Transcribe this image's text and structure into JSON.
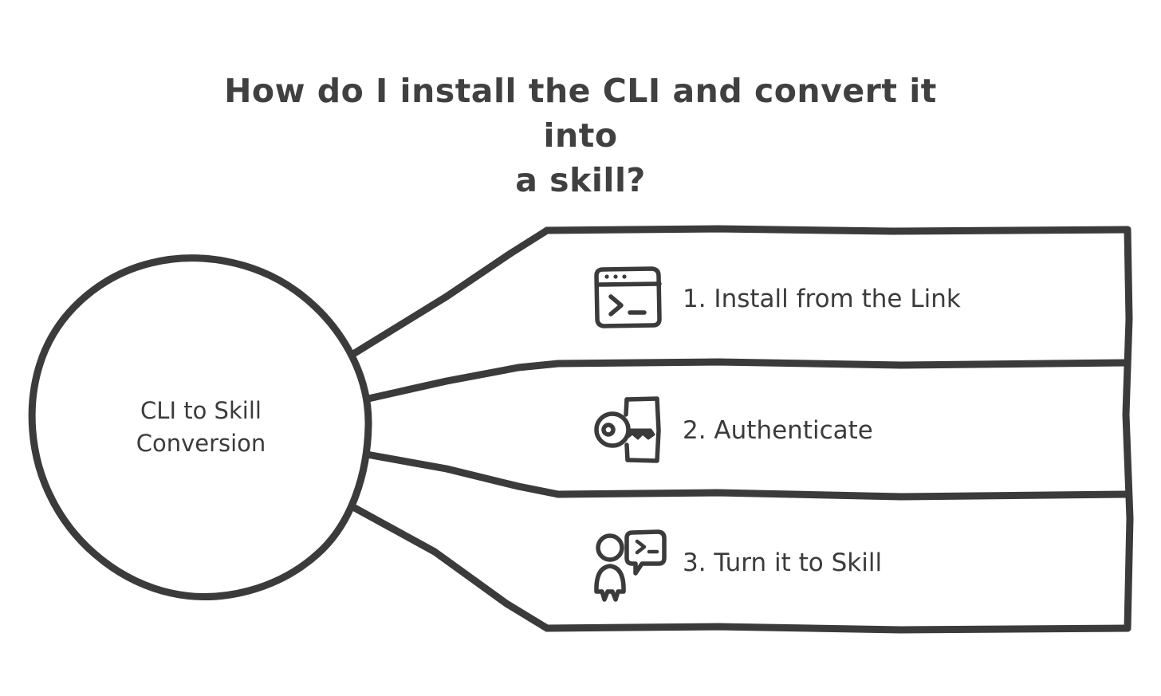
{
  "title": {
    "line1": "How do I install the CLI and convert it into",
    "line2": "a skill?"
  },
  "center_node": {
    "name": "central-topic",
    "line1": "CLI to Skill",
    "line2": "Conversion"
  },
  "branches": [
    {
      "index": "1",
      "label": "1. Install from the Link",
      "icon": "terminal-window-icon"
    },
    {
      "index": "2",
      "label": "2. Authenticate",
      "icon": "key-door-icon"
    },
    {
      "index": "3",
      "label": "3. Turn it to Skill",
      "icon": "person-terminal-bubble-icon"
    }
  ],
  "colors": {
    "stroke": "#3b3b3b",
    "title_text": "#404040",
    "background": "#ffffff"
  }
}
